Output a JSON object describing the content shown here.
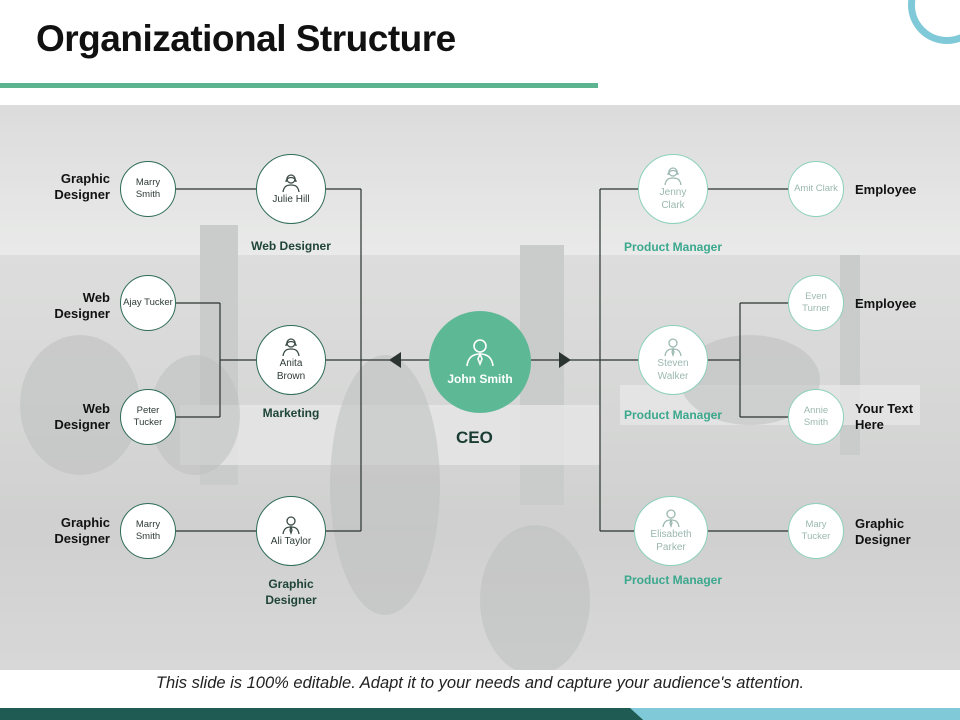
{
  "slide": {
    "title": "Organizational Structure",
    "footer": "This slide is 100% editable. Adapt it to your needs and capture your audience's attention."
  },
  "ceo": {
    "name": "John Smith",
    "role": "CEO"
  },
  "left": {
    "managers": [
      {
        "name": "Julie Hill",
        "role": "Web Designer",
        "icon": "female-avatar-icon"
      },
      {
        "name": "Anita Brown",
        "role": "Marketing",
        "icon": "female-avatar-icon"
      },
      {
        "name": "Ali Taylor",
        "role": "Graphic Designer",
        "icon": "male-avatar-icon"
      }
    ],
    "staff": [
      {
        "name": "Marry Smith",
        "role": "Graphic Designer"
      },
      {
        "name": "Ajay Tucker",
        "role": "Web Designer"
      },
      {
        "name": "Peter Tucker",
        "role": "Web Designer"
      },
      {
        "name": "Marry Smith",
        "role": "Graphic Designer"
      }
    ]
  },
  "right": {
    "managers": [
      {
        "name": "Jenny Clark",
        "role": "Product Manager",
        "icon": "female-avatar-icon"
      },
      {
        "name": "Steven Walker",
        "role": "Product Manager",
        "icon": "male-avatar-icon"
      },
      {
        "name": "Elisabeth Parker",
        "role": "Product Manager",
        "icon": "male-avatar-icon"
      }
    ],
    "staff": [
      {
        "name": "Amit Clark",
        "role": "Employee"
      },
      {
        "name": "Even Turner",
        "role": "Employee"
      },
      {
        "name": "Annie Smith",
        "role": "Your Text Here"
      },
      {
        "name": "Mary Tucker",
        "role": "Graphic Designer"
      }
    ]
  },
  "colors": {
    "accent": "#5db995",
    "node_border": "#2e6b5a",
    "faded_border": "#8cd0bd",
    "band": "#1f5b52",
    "band_highlight": "#7fc9d8"
  }
}
